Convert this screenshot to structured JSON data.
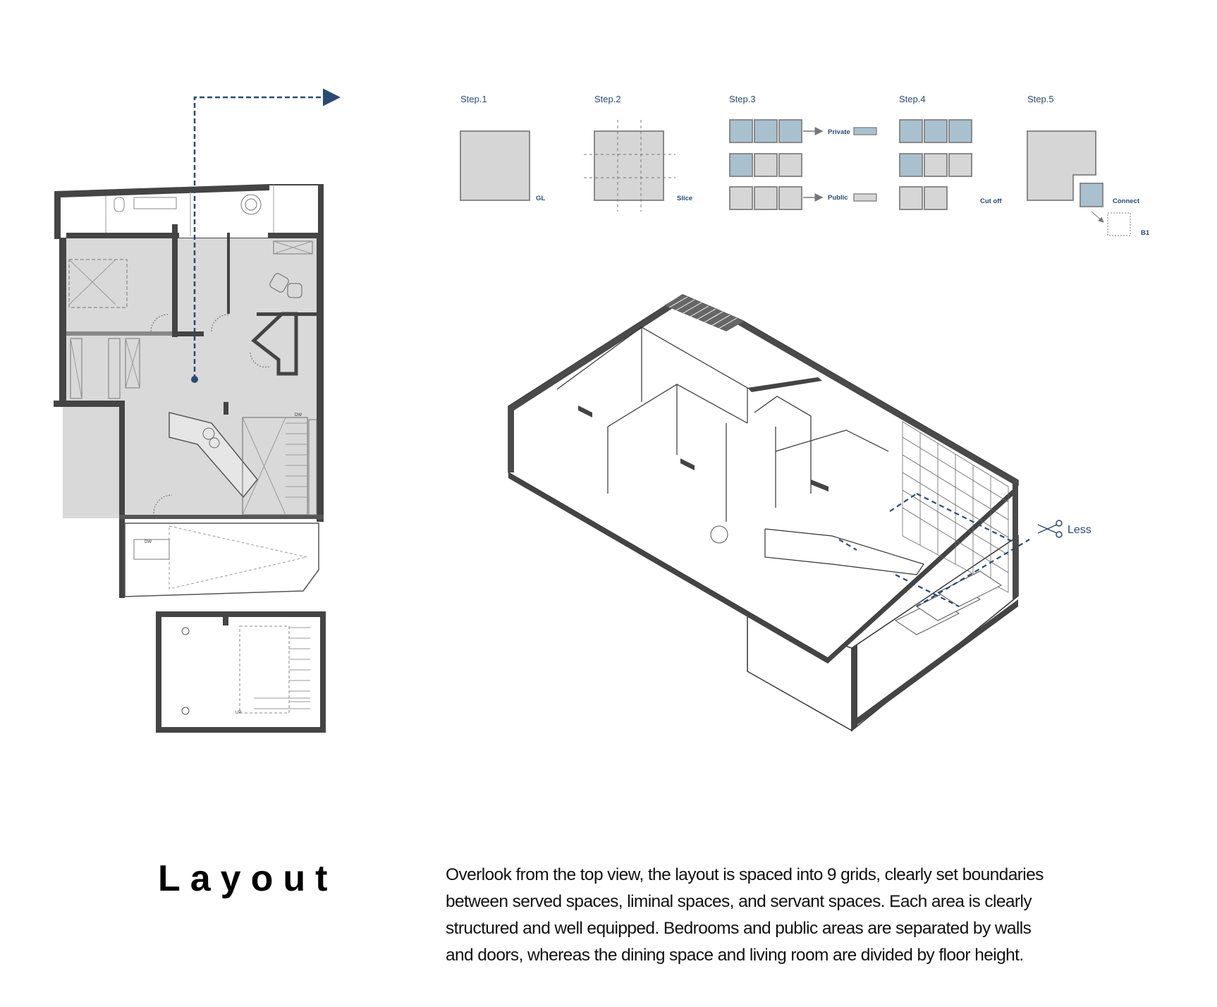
{
  "title": "Layout",
  "description_lines": [
    "Overlook from the top view, the layout is spaced into 9 grids, clearly set boundaries",
    "between served spaces, liminal spaces, and servant spaces. Each area is clearly",
    "structured and well equipped. Bedrooms and public areas are separated by walls",
    "and doors, whereas the dining space and living room are divided by floor height."
  ],
  "steps": [
    {
      "label": "Step.1",
      "note": "GL"
    },
    {
      "label": "Step.2",
      "note": "Slice"
    },
    {
      "label": "Step.3",
      "note_private": "Private",
      "note_public": "Public"
    },
    {
      "label": "Step.4",
      "note": "Cut off"
    },
    {
      "label": "Step.5",
      "note": "Connect",
      "note_b1": "B1"
    }
  ],
  "axon": {
    "cut_label": "Less",
    "cut_icon": "scissors-icon"
  },
  "plan": {
    "dw1": "DW",
    "dw2": "DW",
    "up": "UP"
  },
  "colors": {
    "accent": "#2b4a73",
    "private_fill": "#a9c1cf",
    "public_fill": "#d6d6d6",
    "wall": "#4a4a4a",
    "floor": "#d9d9d9"
  }
}
